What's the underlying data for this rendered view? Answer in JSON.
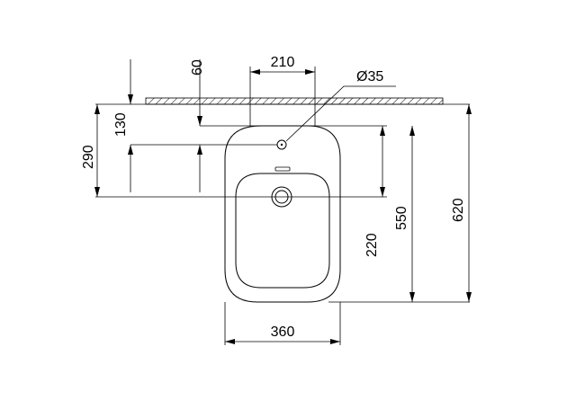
{
  "dimensions": {
    "width_top_holes": "210",
    "tap_hole_diameter": "Ø35",
    "wall_to_tap_hole": "60",
    "wall_to_tap_center": "130",
    "wall_to_drain": "290",
    "front_to_drain": "220",
    "bowl_depth": "550",
    "overall_depth": "620",
    "bowl_width": "360"
  },
  "colors": {
    "line": "#000000",
    "background": "#ffffff"
  }
}
